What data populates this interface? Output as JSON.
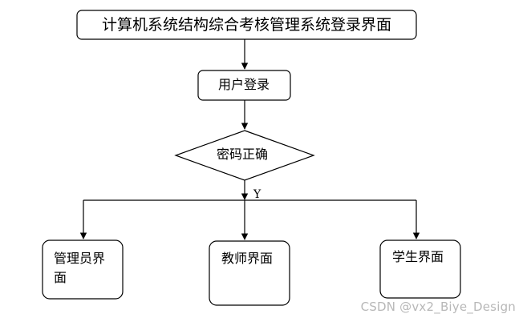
{
  "diagram": {
    "title_box": "计算机系统结构综合考核管理系统登录界面",
    "login_box": "用户登录",
    "decision": "密码正确",
    "branch_label": "Y",
    "outcomes": [
      "管理员界面",
      "教师界面",
      "学生界面"
    ]
  },
  "watermark": "CSDN @vx2_Biye_Design",
  "colors": {
    "stroke": "#000000",
    "fill": "#ffffff",
    "watermark": "#b8b8b8"
  }
}
